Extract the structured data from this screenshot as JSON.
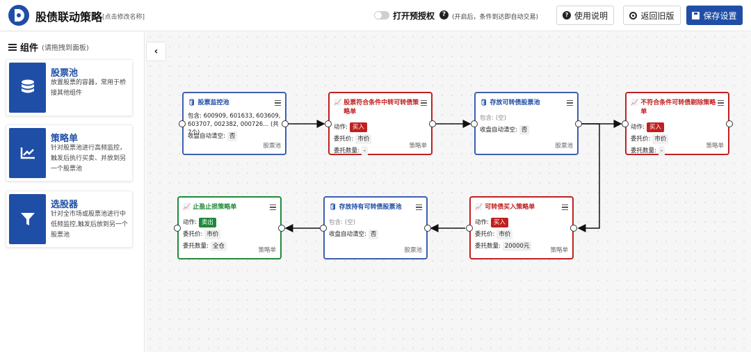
{
  "header": {
    "app_title": "股债联动策略",
    "rename_hint": "[点击修改名称]",
    "toggle_label": "打开预授权",
    "toggle_on": false,
    "toggle_note": "(开启后，条件到达即自动交易)",
    "help_button": "使用说明",
    "old_version_button": "返回旧版",
    "save_button": "保存设置",
    "brand_color": "#1f4ea6"
  },
  "sidebar": {
    "title": "组件",
    "subtitle": "(请拖拽到面板)",
    "components": [
      {
        "name": "股票池",
        "icon": "database-icon",
        "desc": "放置股票的容器，常用于桥接其他组件"
      },
      {
        "name": "策略单",
        "icon": "chart-line-icon",
        "desc": "针对股票池进行高频监控，触发后执行买卖、并放到另一个股票池"
      },
      {
        "name": "选股器",
        "icon": "filter-icon",
        "desc": "针对全市场或股票池进行中低频监控,触发后放到另一个股票池"
      }
    ]
  },
  "nodes": {
    "n1": {
      "title": "股票监控池",
      "icon": "database-icon",
      "contains_label": "包含:",
      "contains_value": "600909, 601633, 603609, 603707, 002382, 000726... (共7个)",
      "auto_clear_label": "收盘自动清空:",
      "auto_clear_value": "否",
      "type": "股票池"
    },
    "n2": {
      "title": "股票符合条件中转可转债策略单",
      "icon": "chart-line-icon",
      "action_label": "动作:",
      "action_value": "买入",
      "price_label": "委托价:",
      "price_value": "市价",
      "qty_label": "委托数量:",
      "qty_value": "-",
      "type": "策略单"
    },
    "n3": {
      "title": "存放可转债股票池",
      "icon": "database-icon",
      "contains_label": "包含:",
      "contains_value": "(空)",
      "auto_clear_label": "收盘自动清空:",
      "auto_clear_value": "否",
      "type": "股票池"
    },
    "n4": {
      "title": "不符合条件可转债剔除策略单",
      "icon": "chart-line-icon",
      "action_label": "动作:",
      "action_value": "买入",
      "price_label": "委托价:",
      "price_value": "市价",
      "qty_label": "委托数量:",
      "qty_value": "-",
      "type": "策略单"
    },
    "n5": {
      "title": "止盈止损策略单",
      "icon": "chart-line-icon",
      "action_label": "动作:",
      "action_value": "卖出",
      "price_label": "委托价:",
      "price_value": "市价",
      "qty_label": "委托数量:",
      "qty_value": "全仓",
      "type": "策略单"
    },
    "n6": {
      "title": "存放持有可转债股票池",
      "icon": "database-icon",
      "contains_label": "包含:",
      "contains_value": "(空)",
      "auto_clear_label": "收盘自动清空:",
      "auto_clear_value": "否",
      "type": "股票池"
    },
    "n7": {
      "title": "可转债买入策略单",
      "icon": "chart-line-icon",
      "action_label": "动作:",
      "action_value": "买入",
      "price_label": "委托价:",
      "price_value": "市价",
      "qty_label": "委托数量:",
      "qty_value": "20000元",
      "type": "策略单"
    }
  },
  "colors": {
    "pool": "#3b5fb2",
    "strategy_buy": "#c11f1f",
    "strategy_sell": "#1f8a3a"
  }
}
